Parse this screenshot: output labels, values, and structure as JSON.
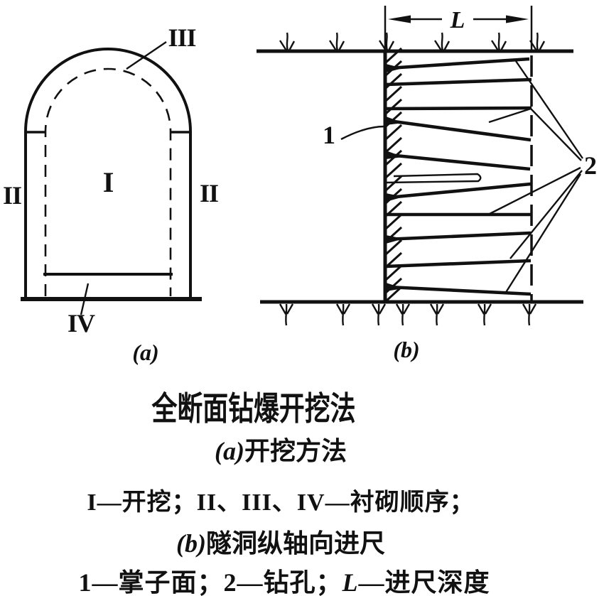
{
  "figure": {
    "diagram_a": {
      "label_I": "I",
      "label_II_left": "II",
      "label_II_right": "II",
      "label_III": "III",
      "label_IV": "IV",
      "caption": "(a)"
    },
    "diagram_b": {
      "label_1": "1",
      "label_2": "2",
      "label_L": "L",
      "caption": "(b)"
    },
    "captions": {
      "title": "全断面钻爆开挖法",
      "sub_a_prefix": "(a)",
      "sub_a_text": "开挖方法",
      "legend_a": "I—开挖；II、III、IV—衬砌顺序；",
      "sub_b_prefix": "(b)",
      "sub_b_text": "隧洞纵轴向进尺",
      "legend_b_pre": "1—掌子面；2—钻孔；",
      "legend_b_L": "L",
      "legend_b_post": "—进尺深度"
    },
    "colors": {
      "ink": "#111111",
      "background": "#ffffff"
    }
  }
}
